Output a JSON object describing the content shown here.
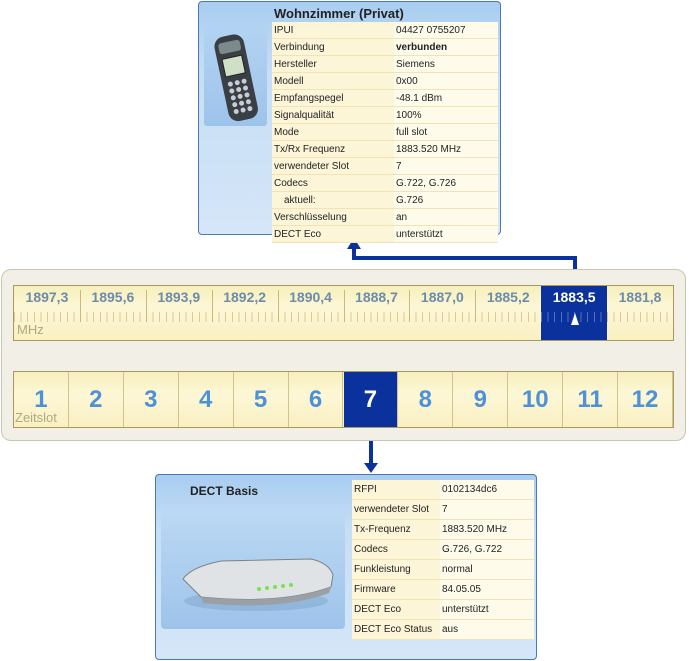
{
  "handset": {
    "title": "Wohnzimmer (Privat)",
    "rows": [
      {
        "key": "IPUI",
        "value": "04427 0755207",
        "bold": false
      },
      {
        "key": "Verbindung",
        "value": "verbunden",
        "bold": true
      },
      {
        "key": "Hersteller",
        "value": "Siemens",
        "bold": false
      },
      {
        "key": "Modell",
        "value": "0x00",
        "bold": false
      },
      {
        "key": "Empfangspegel",
        "value": "-48.1 dBm",
        "bold": false
      },
      {
        "key": "Signalqualität",
        "value": "100%",
        "bold": false
      },
      {
        "key": "Mode",
        "value": "full slot",
        "bold": false
      },
      {
        "key": "Tx/Rx Frequenz",
        "value": "1883.520 MHz",
        "bold": false
      },
      {
        "key": "verwendeter Slot",
        "value": "7",
        "bold": false
      },
      {
        "key": "Codecs",
        "value": "G.722, G.726",
        "bold": false
      },
      {
        "key": "aktuell:",
        "value": "G.726",
        "bold": false,
        "indent": true
      },
      {
        "key": "Verschlüsselung",
        "value": "an",
        "bold": false
      },
      {
        "key": "DECT Eco",
        "value": "unterstützt",
        "bold": false
      }
    ]
  },
  "frequency_scale": {
    "unit_label": "MHz",
    "values": [
      "1897,3",
      "1895,6",
      "1893,9",
      "1892,2",
      "1890,4",
      "1888,7",
      "1887,0",
      "1885,2",
      "1883,5",
      "1881,8"
    ],
    "active_index": 8
  },
  "slots": {
    "label": "Zeitslot",
    "values": [
      "1",
      "2",
      "3",
      "4",
      "5",
      "6",
      "7",
      "8",
      "9",
      "10",
      "11",
      "12"
    ],
    "active_index": 6
  },
  "base": {
    "title": "DECT Basis",
    "rows": [
      {
        "key": "RFPI",
        "value": "0102134dc6"
      },
      {
        "key": "verwendeter Slot",
        "value": "7"
      },
      {
        "key": "Tx-Frequenz",
        "value": "1883.520 MHz"
      },
      {
        "key": "Codecs",
        "value": "G.726, G.722"
      },
      {
        "key": "Funkleistung",
        "value": "normal"
      },
      {
        "key": "Firmware",
        "value": "84.05.05"
      },
      {
        "key": "DECT Eco",
        "value": "unterstützt"
      },
      {
        "key": "DECT Eco Status",
        "value": "aus"
      }
    ]
  },
  "colors": {
    "active": "#0b329c",
    "connector": "#0b329c",
    "inactive_text": "#4d91d9"
  },
  "icons": {
    "handset": "cordless-phone-icon",
    "base": "dect-router-icon"
  }
}
